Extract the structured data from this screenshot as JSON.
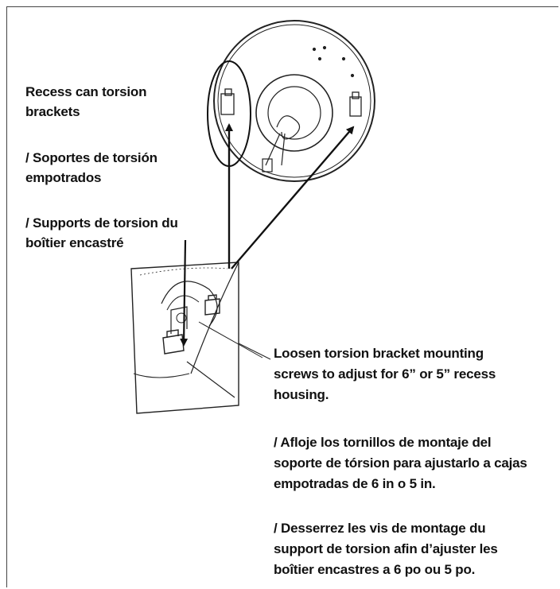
{
  "labels": {
    "en": "Recess can torsion brackets",
    "es": "/ Soportes de torsión empotrados",
    "fr": "/ Supports de torsion du boîtier encastré"
  },
  "note": {
    "en": [
      "Loosen torsion bracket mounting",
      "screws to adjust for 6” or 5” recess",
      "housing."
    ],
    "es": [
      "/ Afloje los tornillos de montaje del",
      "soporte de tórsion para ajustarlo a cajas",
      "empotradas de 6 in o 5 in."
    ],
    "fr": [
      "/ Desserrez les vis de montage du",
      "support de torsion afin d’ajuster les",
      "boîtier encastres a 6 po ou 5 po."
    ]
  }
}
